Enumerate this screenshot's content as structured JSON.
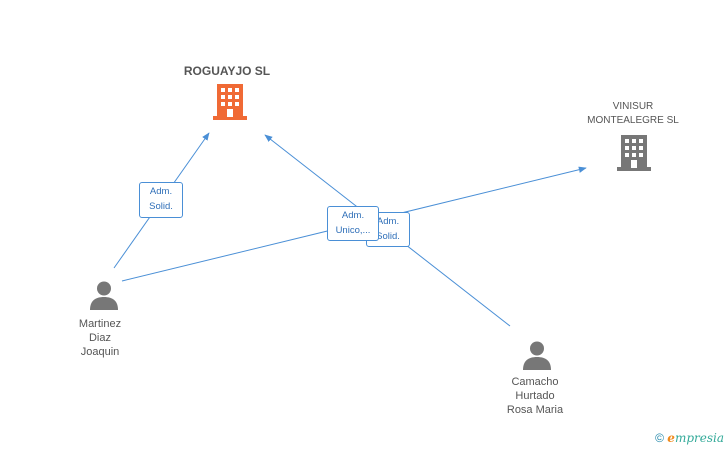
{
  "nodes": {
    "roguayjo": {
      "label": "ROGUAYJO SL",
      "color": "#f06a35"
    },
    "vinisur": {
      "line1": "VINISUR",
      "line2": "MONTEALEGRE SL",
      "color": "#777777"
    },
    "martinez": {
      "line1": "Martinez",
      "line2": "Diaz",
      "line3": "Joaquin"
    },
    "camacho": {
      "line1": "Camacho",
      "line2": "Hurtado",
      "line3": "Rosa Maria"
    }
  },
  "edges": [
    {
      "from": "martinez",
      "to": "roguayjo",
      "line1": "Adm.",
      "line2": "Solid."
    },
    {
      "from": "martinez",
      "to": "vinisur",
      "line1": "Adm.",
      "line2": "Unico,..."
    },
    {
      "from": "camacho",
      "to": "roguayjo",
      "line1": "Adm.",
      "line2": "Solid."
    }
  ],
  "colors": {
    "edge": "#4a8fd6",
    "person_icon": "#777777"
  },
  "footer": {
    "copyright": "©",
    "brand_initial": "e",
    "brand_rest": "mpresia"
  }
}
